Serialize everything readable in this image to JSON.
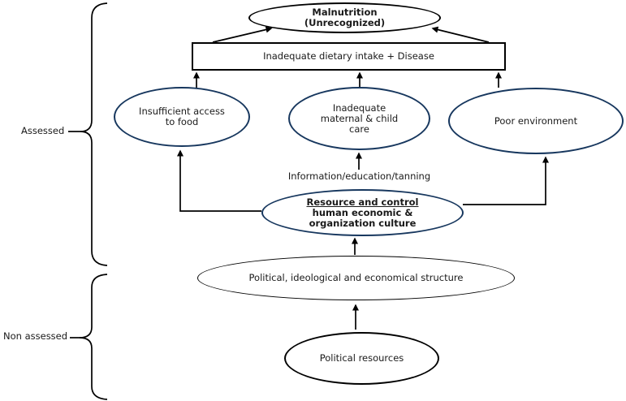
{
  "diagram": {
    "title_node": {
      "line1": "Malnutrition",
      "line2": "(Unrecognized)"
    },
    "dietary_box": {
      "label": "Inadequate dietary intake + Disease"
    },
    "food_access": {
      "line1": "Insufficient access",
      "line2": "to food"
    },
    "maternal_care": {
      "line1": "Inadequate",
      "line2": "maternal & child",
      "line3": "care"
    },
    "environment": {
      "label": "Poor environment"
    },
    "info_flow": {
      "label": "Information/education/tanning"
    },
    "resource_control": {
      "line1": "Resource and control",
      "line2": "human economic &",
      "line3": "organization culture"
    },
    "political_structure": {
      "label": "Political, ideological and economical structure"
    },
    "political_resources": {
      "label": "Political resources"
    },
    "brackets": {
      "assessed_label": "Assessed",
      "non_assessed_label": "Non assessed"
    },
    "colors": {
      "accent_ellipse_border": "#17375e",
      "line_color": "#000000",
      "background": "#ffffff",
      "text_color": "#1a1a1a"
    }
  }
}
